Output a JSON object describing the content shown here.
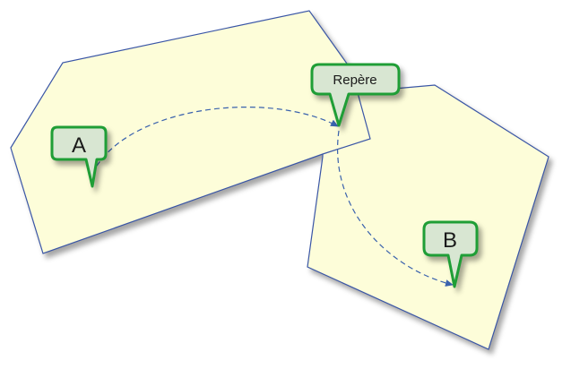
{
  "callouts": {
    "a": {
      "label": "A"
    },
    "repere": {
      "label": "Repère"
    },
    "b": {
      "label": "B"
    }
  },
  "colors": {
    "region_fill": "#fdfdd9",
    "region_stroke": "#3a56a6",
    "callout_border": "#1f9e36",
    "callout_fill": "#d8e6d2",
    "route": "#3a62ad"
  }
}
